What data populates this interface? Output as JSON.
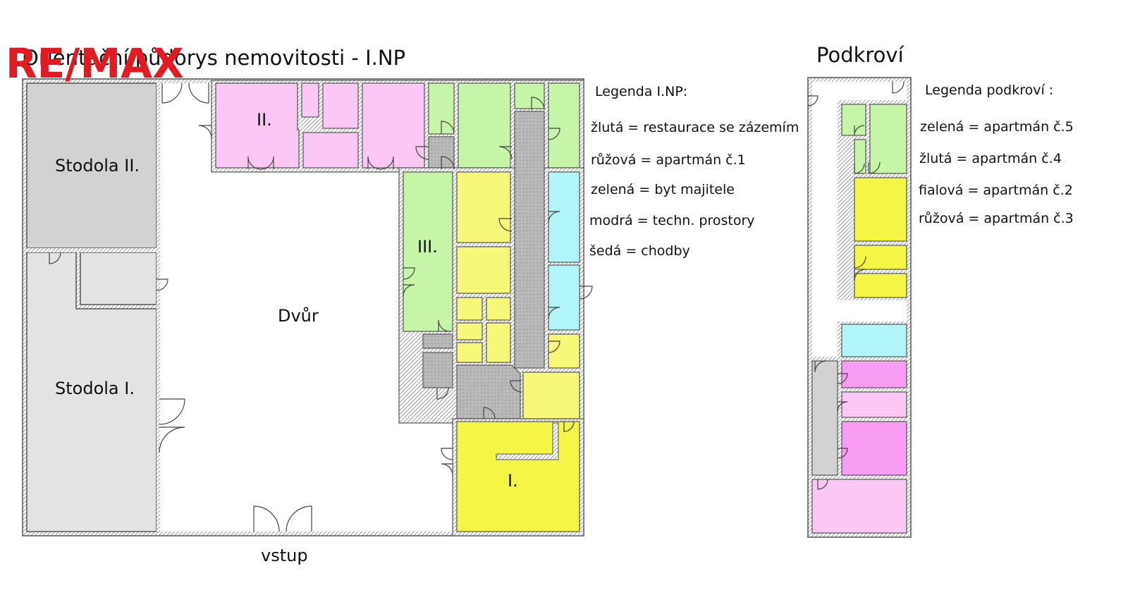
{
  "logo": {
    "text": "RE/MAX"
  },
  "plan_main": {
    "title": "Orientační půdorys nemovitosti -  I.NP",
    "labels": {
      "stodola2": "Stodola II.",
      "stodola1": "Stodola I.",
      "dvur": "Dvůr",
      "vstup": "vstup",
      "ii": "II.",
      "iii": "III.",
      "i": "I."
    },
    "legend": {
      "title": "Legenda I.NP:",
      "items": [
        "žlutá = restaurace se zázemím",
        "růžová = apartmán č.1",
        "zelená = byt majitele",
        "modrá = techn. prostory",
        "šedá = chodby"
      ]
    }
  },
  "plan_attic": {
    "title": "Podkroví",
    "legend": {
      "title": "Legenda podkroví :",
      "items": [
        "zelená = apartmán č.5",
        "žlutá = apartmán č.4",
        "fialová = apartmán č.2",
        "růžová = apartmán č.3"
      ]
    }
  },
  "colors": {
    "yellow": "#f7f77a",
    "yellow_strong": "#f5f545",
    "pink": "#fbc8f6",
    "magenta": "#f99cf3",
    "green": "#c6f5a8",
    "blue": "#b0f6f8",
    "gray_corridor": "#b9b9b9",
    "gray_barn2": "#d2d2d2",
    "gray_barn1": "#e3e3e3",
    "wall": "#6a6a6a",
    "logo_red": "#e21b23"
  }
}
